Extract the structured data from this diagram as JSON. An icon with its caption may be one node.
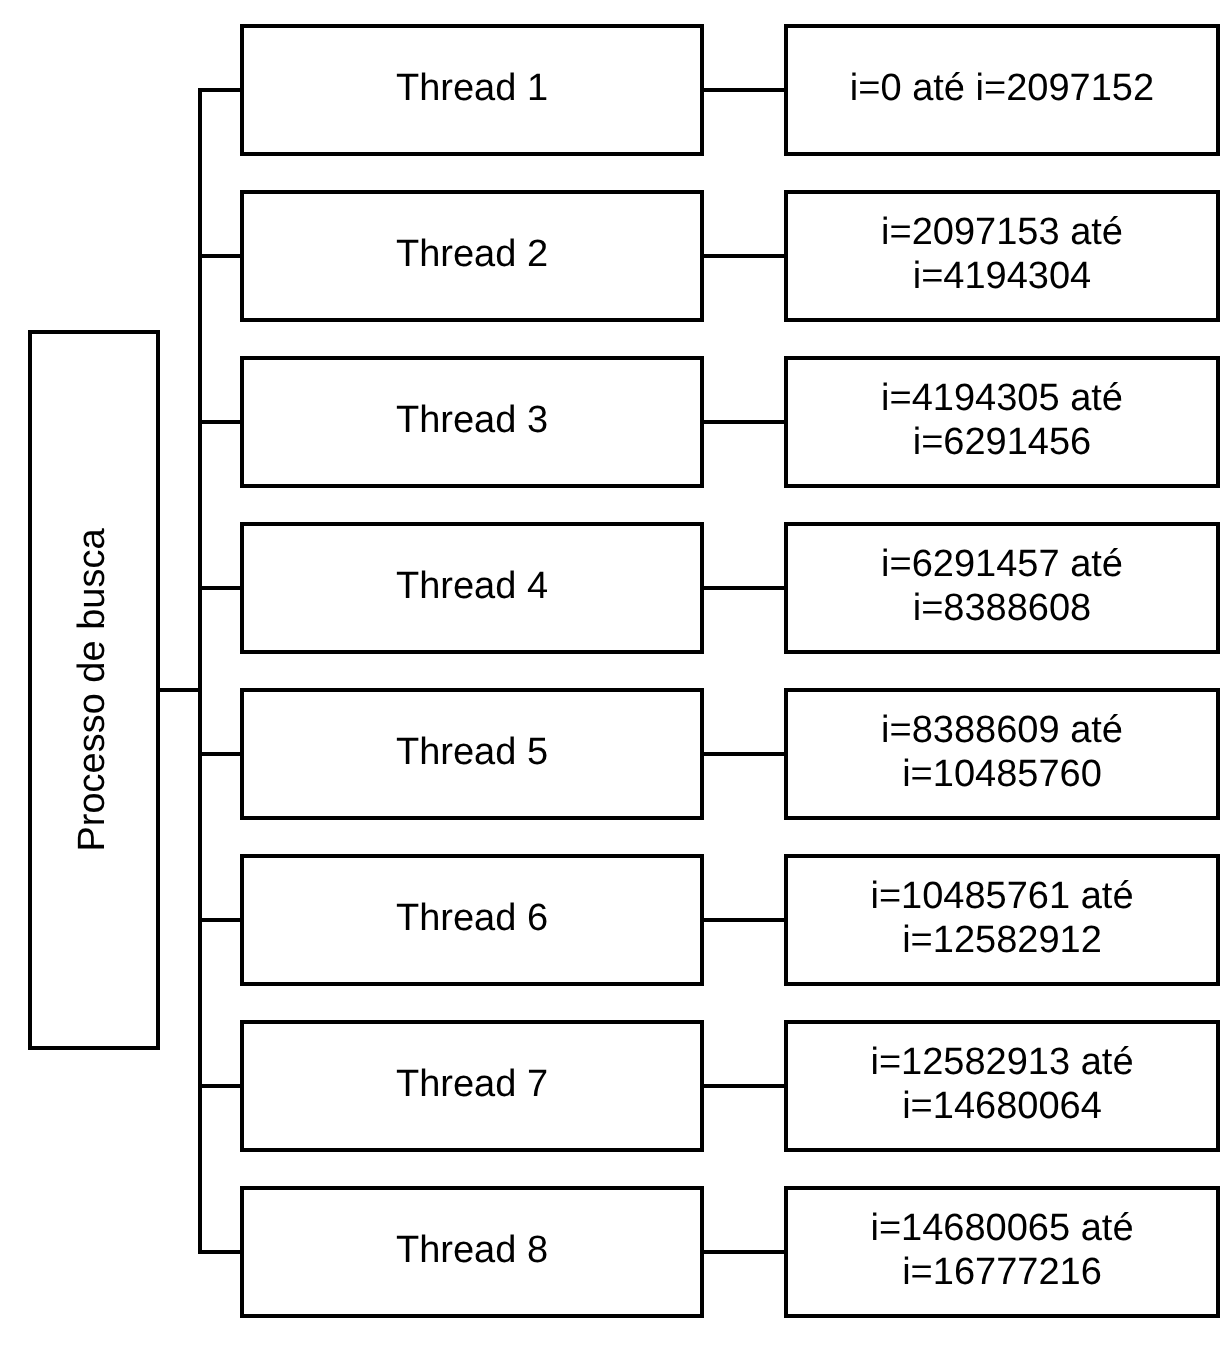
{
  "diagram": {
    "nodes": [
      {
        "text": [
          "Processo de busca"
        ]
      },
      {
        "text": [
          "Thread 1"
        ]
      },
      {
        "text": [
          "i=0 até i=2097152"
        ]
      },
      {
        "text": [
          "Thread 2"
        ]
      },
      {
        "text": [
          "i=2097153 até i=4194304"
        ]
      },
      {
        "text": [
          "Thread 3"
        ]
      },
      {
        "text": [
          "i=4194305 até i=6291456"
        ]
      },
      {
        "text": [
          "Thread 4"
        ]
      },
      {
        "text": [
          "i=6291457 até i=8388608"
        ]
      },
      {
        "text": [
          "Thread 5"
        ]
      },
      {
        "text": [
          "i=8388609 até i=10485760"
        ]
      },
      {
        "text": [
          "Thread 6"
        ]
      },
      {
        "text": [
          "i=10485761 até i=12582912"
        ]
      },
      {
        "text": [
          "Thread 7"
        ]
      },
      {
        "text": [
          "i=12582913 até i=14680064"
        ]
      },
      {
        "text": [
          "Thread 8"
        ]
      },
      {
        "text": [
          "i=14680065 até i=16777216"
        ]
      }
    ],
    "edges": [
      {
        "from": 0,
        "to": 1,
        "arrow": "none"
      },
      {
        "from": 1,
        "to": 2,
        "arrow": "none"
      },
      {
        "from": 0,
        "to": 3,
        "arrow": "none"
      },
      {
        "from": 3,
        "to": 4,
        "arrow": "none"
      },
      {
        "from": 0,
        "to": 5,
        "arrow": "none"
      },
      {
        "from": 5,
        "to": 6,
        "arrow": "none"
      },
      {
        "from": 0,
        "to": 7,
        "arrow": "none"
      },
      {
        "from": 7,
        "to": 8,
        "arrow": "none"
      },
      {
        "from": 0,
        "to": 9,
        "arrow": "none"
      },
      {
        "from": 9,
        "to": 10,
        "arrow": "none"
      },
      {
        "from": 0,
        "to": 11,
        "arrow": "none"
      },
      {
        "from": 11,
        "to": 12,
        "arrow": "none"
      },
      {
        "from": 0,
        "to": 13,
        "arrow": "none"
      },
      {
        "from": 13,
        "to": 14,
        "arrow": "none"
      },
      {
        "from": 0,
        "to": 15,
        "arrow": "none"
      },
      {
        "from": 15,
        "to": 16,
        "arrow": "none"
      }
    ]
  }
}
